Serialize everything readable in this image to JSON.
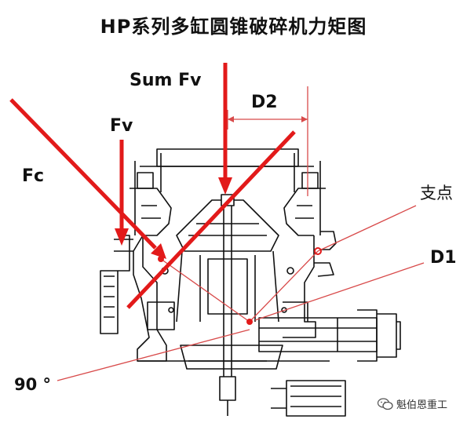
{
  "title": "HP系列多缸圆锥破碎机力矩图",
  "labels": {
    "sum_fv": "Sum Fv",
    "d2": "D2",
    "fv": "Fv",
    "fc": "Fc",
    "pivot": "支点",
    "d1": "D1",
    "angle": "90 °"
  },
  "watermark": "魁伯恩重工",
  "colors": {
    "force_arrow": "#e21a1a",
    "drawing_line": "#111111",
    "annotation_line": "#d84a4a"
  }
}
